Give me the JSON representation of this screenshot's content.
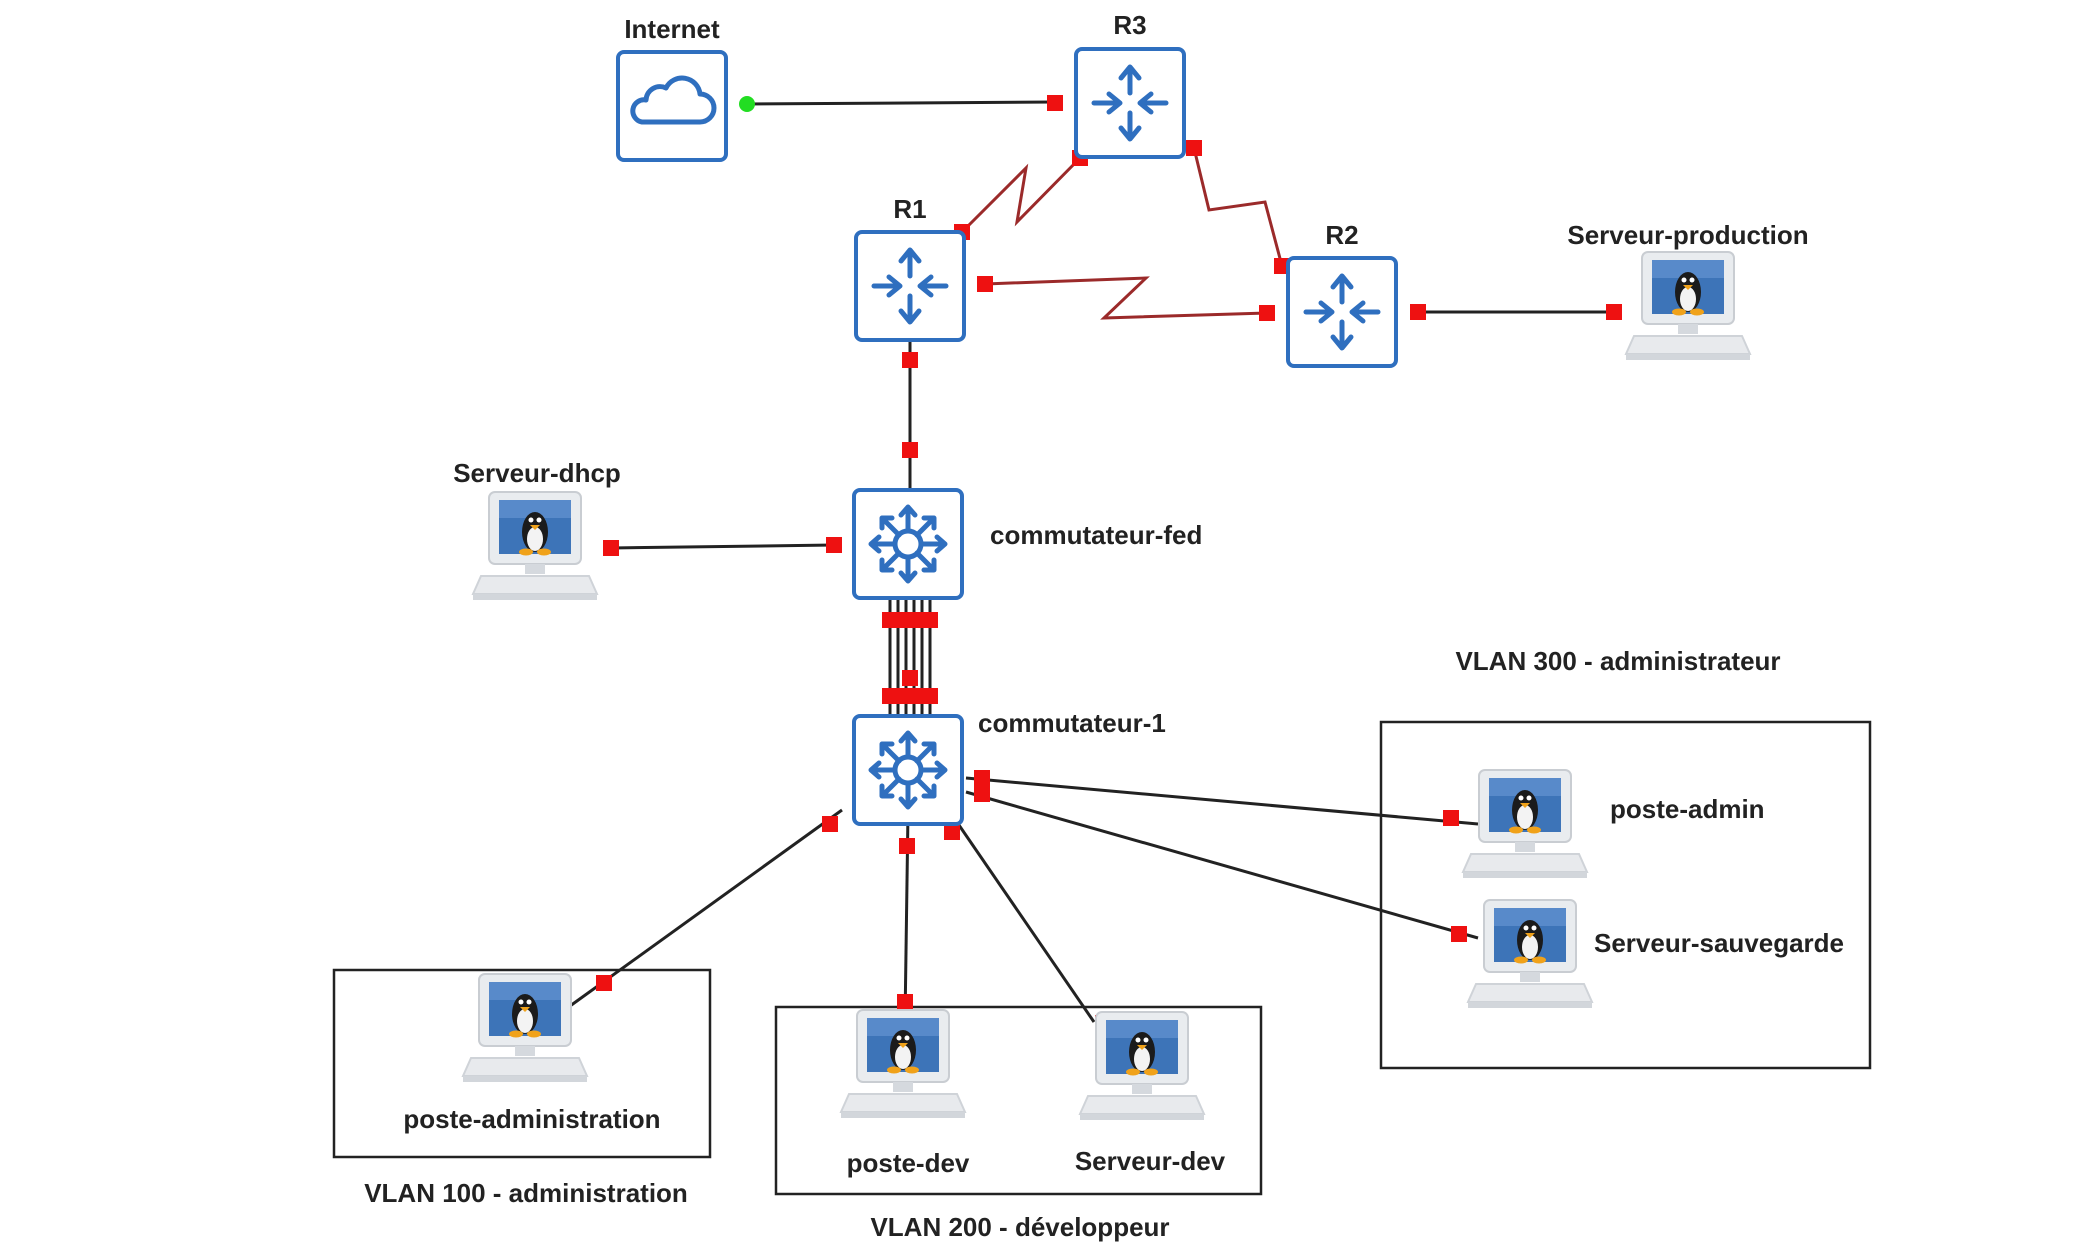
{
  "colors": {
    "device_blue": "#2f6fbf",
    "port_red": "#ee1111",
    "port_up_green": "#22dd22",
    "serial_link": "#9b2a2a",
    "ethernet_link": "#222222"
  },
  "nodes": {
    "internet": {
      "label": "Internet",
      "icon": "cloud-icon"
    },
    "r3": {
      "label": "R3",
      "icon": "router-icon"
    },
    "r1": {
      "label": "R1",
      "icon": "router-icon"
    },
    "r2": {
      "label": "R2",
      "icon": "router-icon"
    },
    "serveur_production": {
      "label": "Serveur-production",
      "icon": "linux-host-icon"
    },
    "serveur_dhcp": {
      "label": "Serveur-dhcp",
      "icon": "linux-host-icon"
    },
    "commutateur_fed": {
      "label": "commutateur-fed",
      "icon": "switch-icon"
    },
    "commutateur_1": {
      "label": "commutateur-1",
      "icon": "switch-icon"
    },
    "poste_admin": {
      "label": "poste-admin",
      "icon": "linux-host-icon"
    },
    "serveur_sauvegarde": {
      "label": "Serveur-sauvegarde",
      "icon": "linux-host-icon"
    },
    "poste_administration": {
      "label": "poste-administration",
      "icon": "linux-host-icon"
    },
    "poste_dev": {
      "label": "poste-dev",
      "icon": "linux-host-icon"
    },
    "serveur_dev": {
      "label": "Serveur-dev",
      "icon": "linux-host-icon"
    }
  },
  "vlans": {
    "v100": {
      "label": "VLAN 100 - administration"
    },
    "v200": {
      "label": "VLAN 200 - développeur"
    },
    "v300": {
      "label": "VLAN 300 - administrateur"
    }
  },
  "links": [
    {
      "from": "Internet",
      "to": "R3",
      "type": "ethernet"
    },
    {
      "from": "R1",
      "to": "R3",
      "type": "serial"
    },
    {
      "from": "R3",
      "to": "R2",
      "type": "serial"
    },
    {
      "from": "R1",
      "to": "R2",
      "type": "serial"
    },
    {
      "from": "R2",
      "to": "Serveur-production",
      "type": "ethernet"
    },
    {
      "from": "R1",
      "to": "commutateur-fed",
      "type": "ethernet"
    },
    {
      "from": "Serveur-dhcp",
      "to": "commutateur-fed",
      "type": "ethernet"
    },
    {
      "from": "commutateur-fed",
      "to": "commutateur-1",
      "type": "ethernet",
      "count": 6
    },
    {
      "from": "commutateur-1",
      "to": "poste-admin",
      "type": "ethernet"
    },
    {
      "from": "commutateur-1",
      "to": "Serveur-sauvegarde",
      "type": "ethernet"
    },
    {
      "from": "commutateur-1",
      "to": "poste-administration",
      "type": "ethernet"
    },
    {
      "from": "commutateur-1",
      "to": "poste-dev",
      "type": "ethernet"
    },
    {
      "from": "commutateur-1",
      "to": "Serveur-dev",
      "type": "ethernet"
    }
  ]
}
